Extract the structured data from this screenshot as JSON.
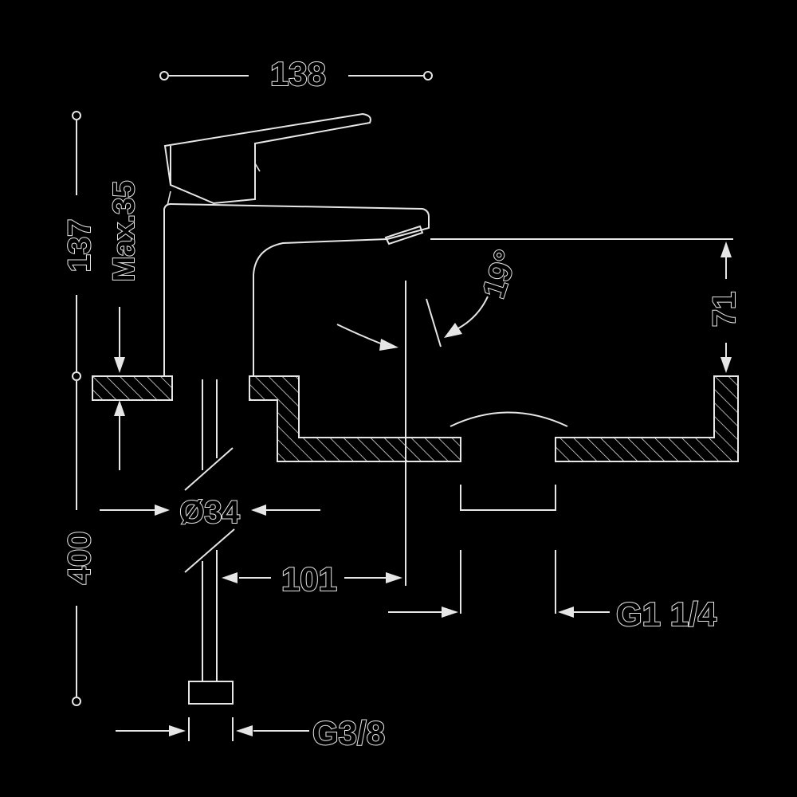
{
  "dimensions": {
    "width_top": "138",
    "height_spout": "137",
    "deck_max": "Max.35",
    "angle": "19°",
    "basin_depth": "71",
    "rod_diameter": "Ø34",
    "reach": "101",
    "waste_thread": "G1 1/4",
    "hose_length": "400",
    "hose_thread": "G3/8"
  },
  "colors": {
    "background": "#000000",
    "line": "#e6e6e6"
  }
}
